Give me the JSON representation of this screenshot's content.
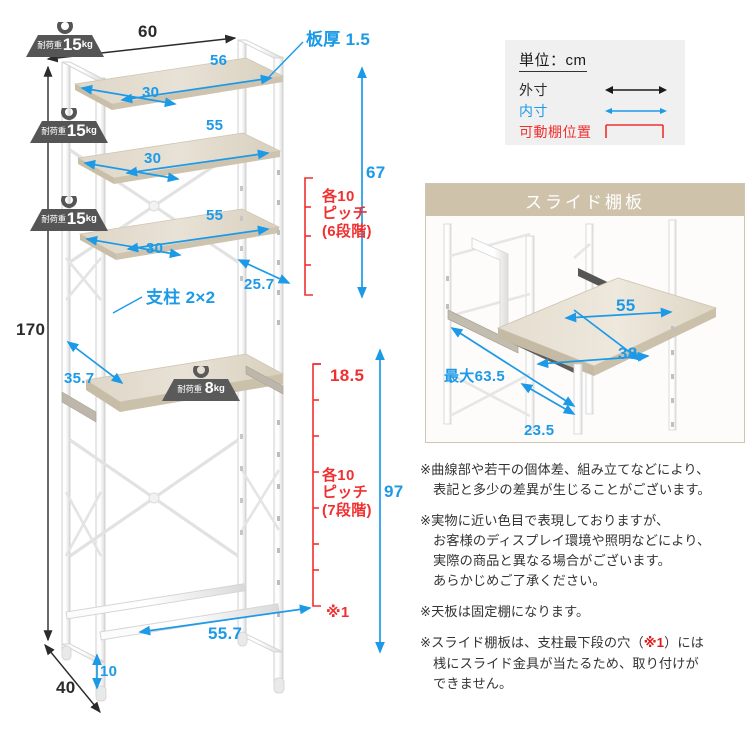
{
  "legend": {
    "unit_label": "単位：cm",
    "rows": [
      {
        "label": "外寸",
        "symbol": "black-double-arrow"
      },
      {
        "label": "内寸",
        "symbol": "blue-double-arrow"
      },
      {
        "label": "可動棚位置",
        "symbol": "red-bracket"
      }
    ]
  },
  "colors": {
    "inner_dim": "#1c9ae8",
    "outer_dim": "#2b2b2b",
    "adjustable_shelf": "#f03030",
    "panel_header": "#cec3aa",
    "wood": "#ddd5c5",
    "frame": "#ffffff"
  },
  "main_figure": {
    "badges": [
      {
        "name": "load-capacity-top",
        "prefix": "耐荷重",
        "value": "15",
        "unit": "kg"
      },
      {
        "name": "load-capacity-second",
        "prefix": "耐荷重",
        "value": "15",
        "unit": "kg"
      },
      {
        "name": "load-capacity-third",
        "prefix": "耐荷重",
        "value": "15",
        "unit": "kg"
      },
      {
        "name": "load-capacity-slide",
        "prefix": "耐荷重",
        "value": "8",
        "unit": "kg"
      }
    ],
    "dimensions": {
      "overall_width": "60",
      "overall_height": "170",
      "overall_depth": "40",
      "top_shelf_width": "56",
      "top_shelf_depth": "30",
      "second_shelf_width": "55",
      "second_shelf_depth": "30",
      "third_shelf_width": "55",
      "third_shelf_depth": "30",
      "upper_inner_height": "67",
      "lower_inner_height": "97",
      "right_inner_depth": "25.7",
      "left_inner_depth": "35.7",
      "slide_shelf_clearance": "18.5",
      "bottom_inner_width": "55.7",
      "foot_height": "10"
    },
    "annotations": {
      "board_thickness": "板厚 1.5",
      "post_label": "支柱 2×2",
      "pitch_upper": "各10\nピッチ\n(6段階)",
      "pitch_upper_line1": "各10",
      "pitch_upper_line2": "ピッチ",
      "pitch_upper_line3": "(6段階)",
      "pitch_lower_line1": "各10",
      "pitch_lower_line2": "ピッチ",
      "pitch_lower_line3": "(7段階)",
      "footnote_marker": "※1"
    }
  },
  "slide_panel": {
    "title": "スライド棚板",
    "dimensions": {
      "width": "55",
      "depth": "38",
      "max_extension": "最大63.5",
      "rail_length": "23.5"
    }
  },
  "notes": [
    {
      "id": "note-tolerance",
      "lines": [
        "※曲線部や若干の個体差、組み立てなどにより、",
        "表記と多少の差異が生じることがございます。"
      ]
    },
    {
      "id": "note-color",
      "lines": [
        "※実物に近い色目で表現しておりますが、",
        "お客様のディスプレイ環境や照明などにより、",
        "実際の商品と異なる場合がございます。",
        "あらかじめご了承ください。"
      ]
    },
    {
      "id": "note-top-fixed",
      "lines": [
        "※天板は固定棚になります。"
      ]
    },
    {
      "id": "note-slide-limit",
      "pre": "※スライド棚板は、支柱最下段の穴（",
      "mark": "※1",
      "post": "）には",
      "lines": [
        "桟にスライド金具が当たるため、取り付けが",
        "できません。"
      ]
    }
  ]
}
